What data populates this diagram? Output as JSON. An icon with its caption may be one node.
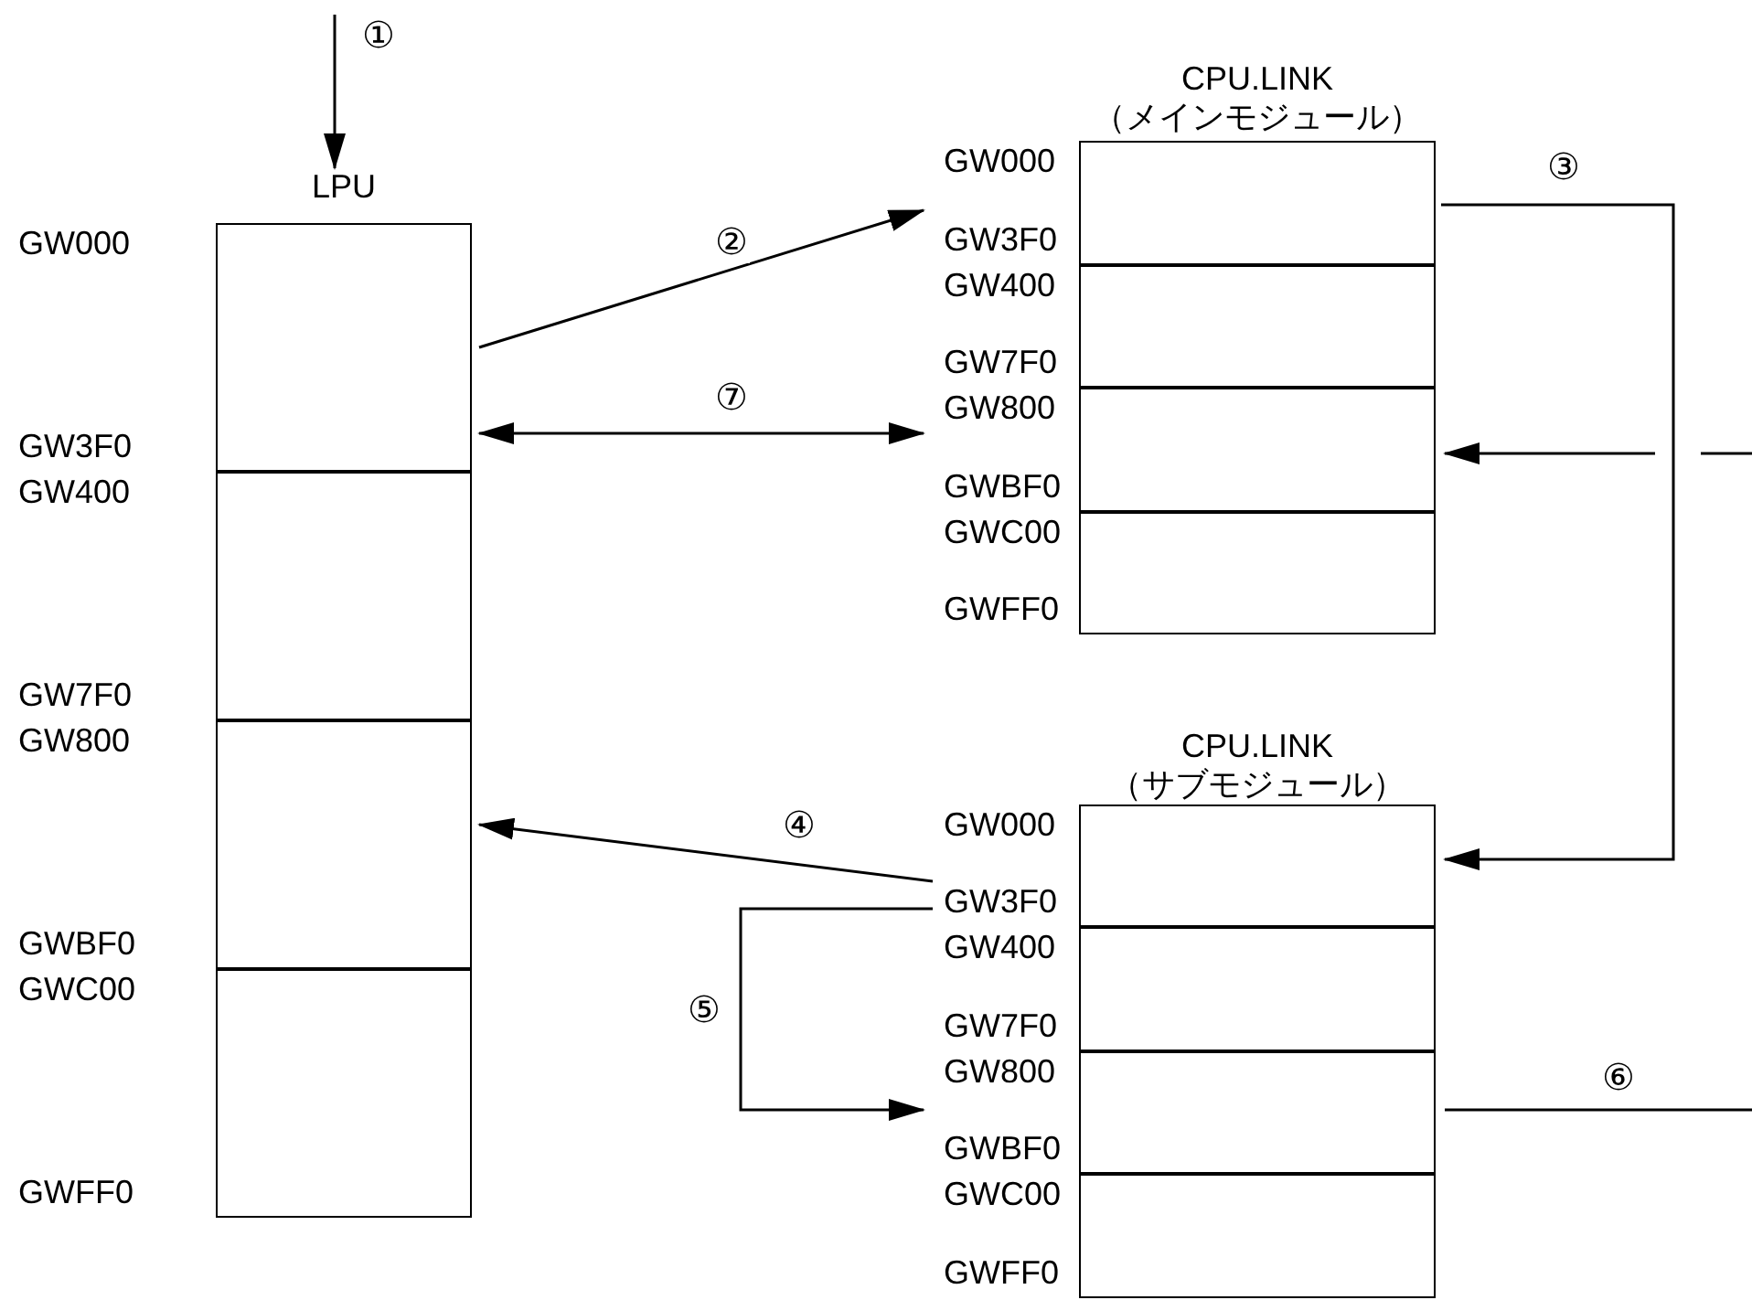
{
  "diagram": {
    "nodes": [
      {
        "text": [
          "LPU"
        ]
      },
      {
        "text": [],
        "shape": "box",
        "in": 0,
        "beside": [
          "GW000",
          "GW3F0"
        ]
      },
      {
        "text": [],
        "shape": "box",
        "in": 0,
        "beside": [
          "GW400",
          "GW7F0"
        ]
      },
      {
        "text": [],
        "shape": "box",
        "in": 0,
        "beside": [
          "GW800",
          "GWBF0"
        ]
      },
      {
        "text": [],
        "shape": "box",
        "in": 0,
        "beside": [
          "GWC00",
          "GWFF0"
        ]
      },
      {
        "text": [
          "CPU.LINK",
          "（メインモジュール）"
        ]
      },
      {
        "text": [],
        "shape": "box",
        "in": 5,
        "beside": [
          "GW000",
          "GW3F0"
        ]
      },
      {
        "text": [],
        "shape": "box",
        "in": 5,
        "beside": [
          "GW400",
          "GW7F0"
        ]
      },
      {
        "text": [],
        "shape": "box",
        "in": 5,
        "beside": [
          "GW800",
          "GWBF0"
        ]
      },
      {
        "text": [],
        "shape": "box",
        "in": 5,
        "beside": [
          "GWC00",
          "GWFF0"
        ]
      },
      {
        "text": [
          "CPU.LINK",
          "（サブモジュール）"
        ]
      },
      {
        "text": [],
        "shape": "box",
        "in": 10,
        "beside": [
          "GW000",
          "GW3F0"
        ]
      },
      {
        "text": [],
        "shape": "box",
        "in": 10,
        "beside": [
          "GW400",
          "GW7F0"
        ]
      },
      {
        "text": [],
        "shape": "box",
        "in": 10,
        "beside": [
          "GW800",
          "GWBF0"
        ]
      },
      {
        "text": [],
        "shape": "box",
        "in": 10,
        "beside": [
          "GWC00",
          "GWFF0"
        ]
      }
    ],
    "edges": [
      {
        "from": null,
        "to": 0,
        "arrow": "to",
        "label": "①"
      },
      {
        "from": 1,
        "to": 6,
        "arrow": "to",
        "label": "②"
      },
      {
        "from": 1,
        "to": 8,
        "arrow": "both",
        "label": "⑦"
      },
      {
        "from": 6,
        "to": 11,
        "arrow": "to",
        "label": "③"
      },
      {
        "from": null,
        "to": 8,
        "arrow": "to"
      },
      {
        "from": 11,
        "to": 3,
        "arrow": "to",
        "label": "④"
      },
      {
        "from": 11,
        "to": 13,
        "arrow": "to",
        "label": "⑤"
      },
      {
        "from": 13,
        "to": null,
        "arrow": "none",
        "label": "⑥"
      }
    ]
  }
}
